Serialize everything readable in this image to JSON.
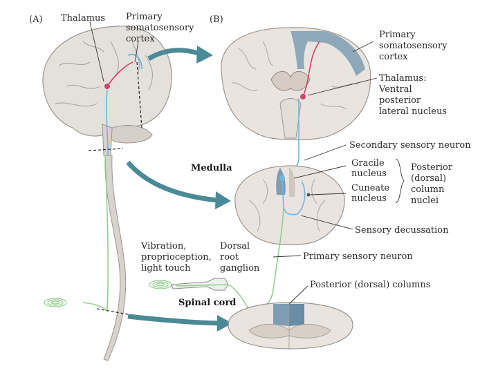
{
  "panels": {
    "a": "(A)",
    "b": "(B)"
  },
  "labels": {
    "thalamus": "Thalamus",
    "primary_cortex_a": [
      "Primary",
      "somatosensory",
      "cortex"
    ],
    "primary_cortex_b": [
      "Primary",
      "somatosensory",
      "cortex"
    ],
    "thalamus_vpl": [
      "Thalamus:",
      "Ventral",
      "posterior",
      "lateral nucleus"
    ],
    "secondary_neuron": "Secondary sensory neuron",
    "medulla": "Medulla",
    "gracile": [
      "Gracile",
      "nucleus"
    ],
    "cuneate": [
      "Cuneate",
      "nucleus"
    ],
    "posterior_column_nuclei": [
      "Posterior",
      "(dorsal)",
      "column",
      "nuclei"
    ],
    "sensory_decussation": "Sensory decussation",
    "modalities": [
      "Vibration,",
      "proprioception,",
      "light touch"
    ],
    "drg": [
      "Dorsal",
      "root",
      "ganglion"
    ],
    "primary_neuron": "Primary sensory neuron",
    "posterior_columns": "Posterior (dorsal) columns",
    "spinal_cord": "Spinal cord"
  },
  "colors": {
    "pathway_primary": "#8fcf8a",
    "pathway_secondary": "#6fb6e0",
    "pathway_tertiary": "#d4446a",
    "highlight_region": "#7e9db3",
    "arrow": "#4a8a96",
    "tissue": "#e9e4df",
    "tissue_dark": "#cfc6be"
  }
}
